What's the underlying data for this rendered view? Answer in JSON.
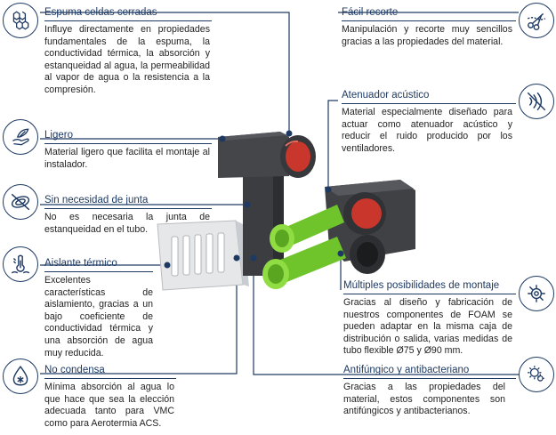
{
  "features": {
    "espuma": {
      "icon": "hexagon-cells-icon",
      "title": "Espuma celdas cerradas",
      "desc": "Influye directamente en propiedades fundamentales de la espuma, la conductividad térmica, la absorción y estanqueidad al agua, la permeabilidad al vapor de agua o la resistencia a la compresión."
    },
    "ligero": {
      "icon": "feather-hand-icon",
      "title": "Ligero",
      "desc": "Material ligero que facilita el montaje al instalador."
    },
    "junta": {
      "icon": "gasket-ring-icon",
      "title": "Sin necesidad de junta",
      "desc": "No es necesaria la junta de estanqueidad en el tubo."
    },
    "termico": {
      "icon": "thermometer-icon",
      "title": "Aislante térmico",
      "desc": "Excelentes características de aislamiento, gracias a un bajo coeficiente de conductividad térmica y una absorción de agua muy reducida."
    },
    "condensa": {
      "icon": "water-drop-snowflake-icon",
      "title": "No condensa",
      "desc": "Mínima absorción al agua lo que hace que sea la elección adecuada tanto para VMC como para Aerotermia ACS."
    },
    "recorte": {
      "icon": "scissors-icon",
      "title": "Fácil recorte",
      "desc": "Manipulación y recorte muy sencillos gracias a las propiedades del material."
    },
    "acustico": {
      "icon": "sound-waves-icon",
      "title": "Atenuador acústico",
      "desc": "Material especialmente diseñado para actuar como atenuador acústico y reducir el ruido producido por los ventiladores."
    },
    "montaje": {
      "icon": "connector-ring-icon",
      "title": "Múltiples posibilidades de montaje",
      "desc": "Gracias al diseño y fabricación de nuestros componentes de FOAM se pueden adaptar en la misma caja de distribución o salida, varias medidas de tubo flexible Ø75 y Ø90 mm."
    },
    "antifungico": {
      "icon": "bacteria-icon",
      "title": "Antifúngico y antibacteriano",
      "desc": "Gracias a las propiedades del material, estos componentes son antifúngicos y antibacterianos."
    }
  },
  "colors": {
    "accent": "#1e3a63",
    "foam": "#3d3f43",
    "red_port": "#c9362b",
    "green_tube": "#7ed032"
  }
}
